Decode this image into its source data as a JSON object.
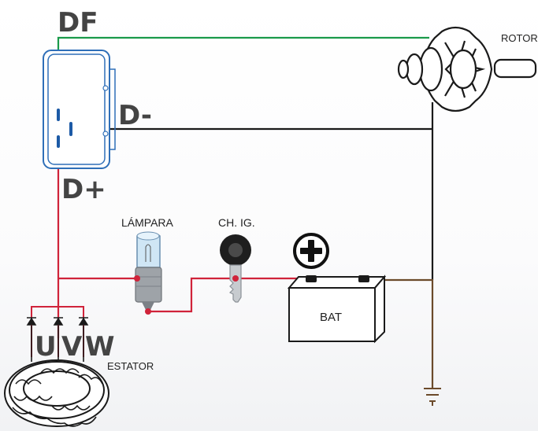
{
  "labels": {
    "df": "DF",
    "d_minus": "D-",
    "d_plus": "D+",
    "rotor": "ROTOR",
    "lampara": "LÁMPARA",
    "ch_ig": "CH. IG.",
    "bat": "BAT",
    "u": "U",
    "v": "V",
    "w": "W",
    "estator": "ESTATOR"
  },
  "colors": {
    "df_wire": "#1a9a4a",
    "d_minus_wire": "#1a1a1a",
    "d_plus_wire": "#d0233a",
    "ground_wire": "#6b4a2a",
    "regulator_outline": "#2f6fb8",
    "label_dark": "#444444"
  },
  "symbols": {
    "battery_positive": "plus-circle-icon",
    "ground": "ground-icon",
    "diode": "diode-icon"
  }
}
